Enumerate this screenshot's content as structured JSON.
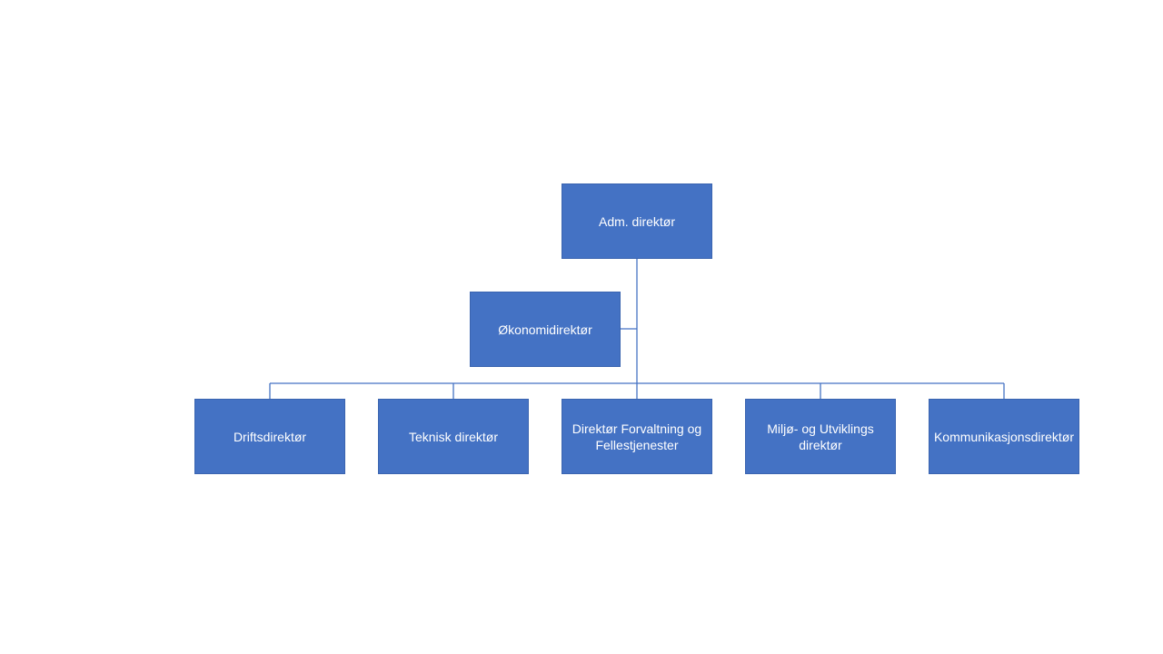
{
  "org_chart": {
    "top": {
      "label": "Adm. direktør"
    },
    "assistant": {
      "label": "Økonomidirektør"
    },
    "children": [
      {
        "label": "Driftsdirektør"
      },
      {
        "label": "Teknisk direktør"
      },
      {
        "label": "Direktør Forvaltning og Fellestjenester"
      },
      {
        "label": "Miljø- og Utviklings direktør"
      },
      {
        "label": "Kommunikasjonsdirektør"
      }
    ]
  },
  "colors": {
    "node_fill": "#4472c4",
    "node_text": "#ffffff",
    "connector": "#4472c4",
    "background": "#ffffff"
  }
}
